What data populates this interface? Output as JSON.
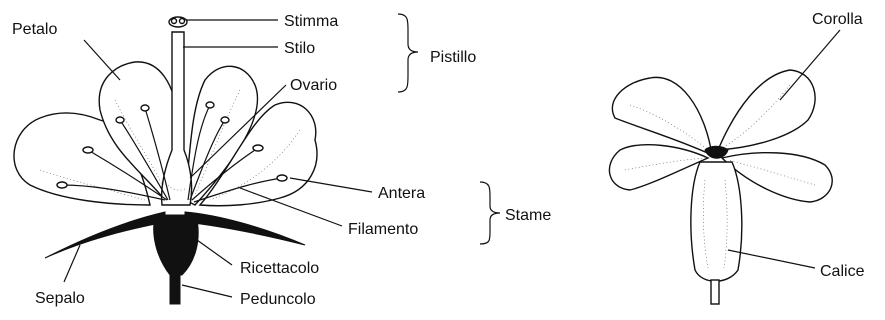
{
  "labels": {
    "petalo": "Petalo",
    "stimma": "Stimma",
    "stilo": "Stilo",
    "pistillo": "Pistillo",
    "ovario": "Ovario",
    "antera": "Antera",
    "filamento": "Filamento",
    "stame": "Stame",
    "ricettacolo": "Ricettacolo",
    "sepalo": "Sepalo",
    "peduncolo": "Peduncolo",
    "corolla": "Corolla",
    "calice": "Calice"
  }
}
